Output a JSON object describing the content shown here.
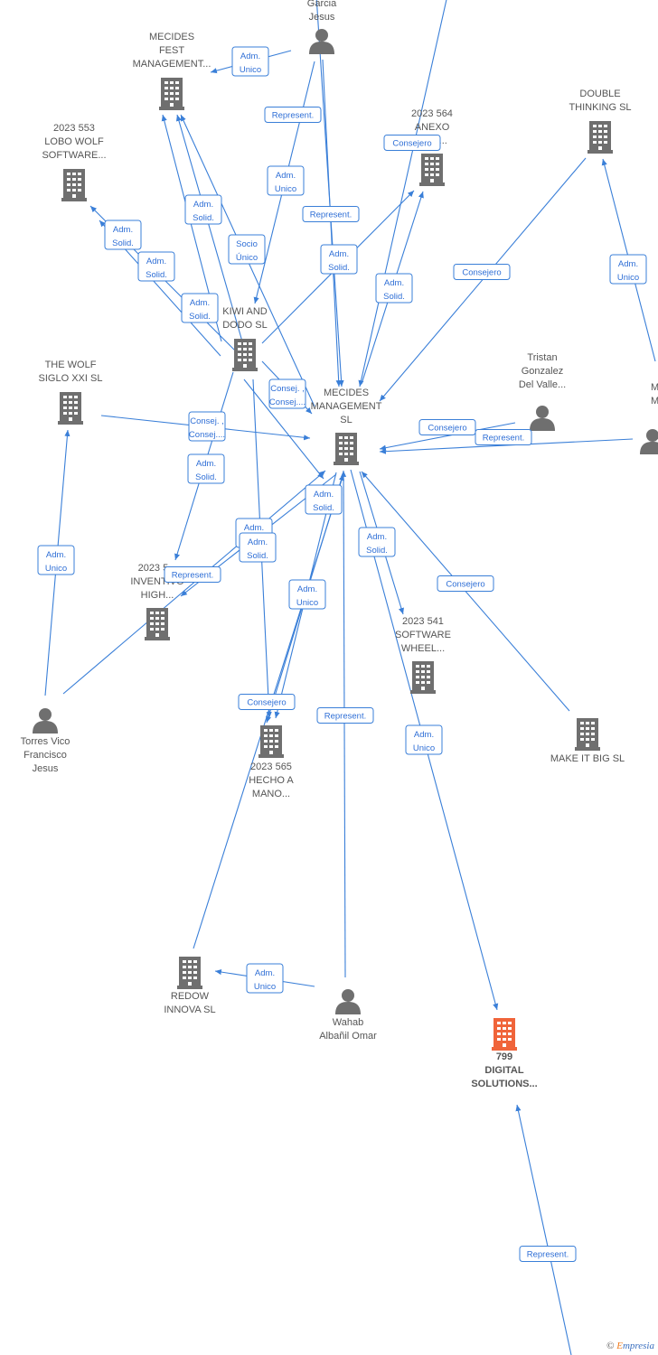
{
  "colors": {
    "edge": "#3a7fd8",
    "node": "#6f6f6f",
    "highlight": "#f0643a",
    "label": "#555555"
  },
  "nodes": [
    {
      "id": "n_garcia",
      "type": "person",
      "lines": [
        "Garcia",
        "Jesus"
      ]
    },
    {
      "id": "n_mecides_fest",
      "type": "company",
      "lines": [
        "MECIDES",
        "FEST",
        "MANAGEMENT..."
      ]
    },
    {
      "id": "n_lobo",
      "type": "company",
      "lines": [
        "2023 553",
        "LOBO WOLF",
        "SOFTWARE..."
      ]
    },
    {
      "id": "n_anexo",
      "type": "company",
      "lines": [
        "2023 564",
        "ANEXO",
        "...RE..."
      ]
    },
    {
      "id": "n_double",
      "type": "company",
      "lines": [
        "DOUBLE",
        "THINKING SL"
      ]
    },
    {
      "id": "n_kiwi",
      "type": "company",
      "lines": [
        "KIWI AND",
        "DODO  SL"
      ]
    },
    {
      "id": "n_wolf",
      "type": "company",
      "lines": [
        "THE WOLF",
        "SIGLO XXI  SL"
      ]
    },
    {
      "id": "n_mecides",
      "type": "company",
      "lines": [
        "MECIDES",
        "MANAGEMENT",
        "SL"
      ]
    },
    {
      "id": "n_tristan",
      "type": "person",
      "lines": [
        "Tristan",
        "Gonzalez",
        "Del Valle..."
      ]
    },
    {
      "id": "n_mase",
      "type": "person",
      "lines": [
        "M...",
        "Mase..."
      ]
    },
    {
      "id": "n_inventivo",
      "type": "company",
      "lines": [
        "2023 5...",
        "INVENTIVO",
        "HIGH..."
      ]
    },
    {
      "id": "n_software",
      "type": "company",
      "lines": [
        "2023 541",
        "SOFTWARE",
        "WHEEL..."
      ]
    },
    {
      "id": "n_torres",
      "type": "person",
      "lines": [
        "Torres Vico",
        "Francisco",
        "Jesus"
      ]
    },
    {
      "id": "n_hecho",
      "type": "company",
      "lines": [
        "2023 565",
        "HECHO A",
        "MANO..."
      ]
    },
    {
      "id": "n_makeit",
      "type": "company",
      "lines": [
        "MAKE IT BIG  SL"
      ]
    },
    {
      "id": "n_redow",
      "type": "company",
      "lines": [
        "REDOW",
        "INNOVA  SL"
      ]
    },
    {
      "id": "n_wahab",
      "type": "person",
      "lines": [
        "Wahab",
        "Albañil Omar"
      ]
    },
    {
      "id": "n_799",
      "type": "company",
      "highlight": true,
      "lines": [
        "799",
        "DIGITAL",
        "SOLUTIONS..."
      ]
    }
  ],
  "edge_labels": [
    [
      "Adm.",
      "Unico"
    ],
    [
      "Represent."
    ],
    [
      "Consejero"
    ],
    [
      "Adm.",
      "Unico"
    ],
    [
      "Represent."
    ],
    [
      "Adm.",
      "Solid."
    ],
    [
      "Adm.",
      "Solid."
    ],
    [
      "Socio",
      "Único"
    ],
    [
      "Adm.",
      "Solid."
    ],
    [
      "Adm.",
      "Solid."
    ],
    [
      "Consejero"
    ],
    [
      "Adm.",
      "Unico"
    ],
    [
      "Adm.",
      "Solid."
    ],
    [
      "Adm.",
      "Solid."
    ],
    [
      "Consej. ,",
      "Consej...."
    ],
    [
      "Consej. ,",
      "Consej...."
    ],
    [
      "Consejero"
    ],
    [
      "Represent."
    ],
    [
      "Adm.",
      "Solid."
    ],
    [
      "Adm.",
      "Unico"
    ],
    [
      "Adm.",
      "Solid."
    ],
    [
      "Adm.",
      "Solid."
    ],
    [
      "Adm.",
      "Solid."
    ],
    [
      "Represent."
    ],
    [
      "Consejero"
    ],
    [
      "Adm.",
      "Solid."
    ],
    [
      "Adm.",
      "Unico"
    ],
    [
      "Consejero"
    ],
    [
      "Represent."
    ],
    [
      "Adm.",
      "Unico"
    ],
    [
      "Adm.",
      "Unico"
    ],
    [
      "Represent."
    ]
  ],
  "credit": {
    "symbol": "©",
    "brand_initial": "E",
    "brand_rest": "mpresia"
  }
}
